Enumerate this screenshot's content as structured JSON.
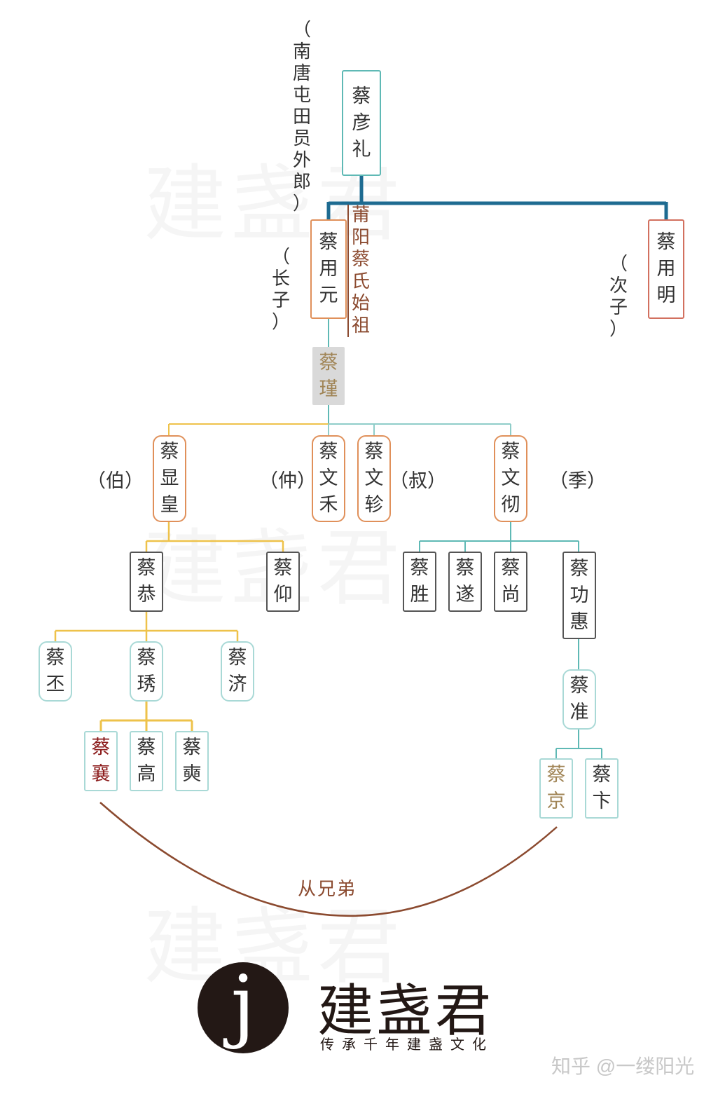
{
  "ancestor": {
    "name": [
      "蔡",
      "彦",
      "礼"
    ],
    "title": "（南唐屯田员外郎）"
  },
  "gen2": {
    "eldest": {
      "name": [
        "蔡",
        "用",
        "元"
      ],
      "role": "（长子）",
      "note": "莆阳蔡氏始祖"
    },
    "second": {
      "name": [
        "蔡",
        "用",
        "明"
      ],
      "role": "（次子）"
    }
  },
  "gen3": {
    "name": [
      "蔡",
      "瑾"
    ]
  },
  "gen4": [
    {
      "name": [
        "蔡",
        "显",
        "皇"
      ],
      "role": "（伯）"
    },
    {
      "name": [
        "蔡",
        "文",
        "禾"
      ],
      "role": "（仲）"
    },
    {
      "name": [
        "蔡",
        "文",
        "轸"
      ],
      "role": "（叔）"
    },
    {
      "name": [
        "蔡",
        "文",
        "彻"
      ],
      "role": "（季）"
    }
  ],
  "gen5": [
    {
      "name": [
        "蔡",
        "恭"
      ]
    },
    {
      "name": [
        "蔡",
        "仰"
      ]
    },
    {
      "name": [
        "蔡",
        "胜"
      ]
    },
    {
      "name": [
        "蔡",
        "遂"
      ]
    },
    {
      "name": [
        "蔡",
        "尚"
      ]
    },
    {
      "name": [
        "蔡",
        "功",
        "惠"
      ]
    }
  ],
  "gen6": [
    {
      "name": [
        "蔡",
        "丕"
      ]
    },
    {
      "name": [
        "蔡",
        "琇"
      ]
    },
    {
      "name": [
        "蔡",
        "济"
      ]
    },
    {
      "name": [
        "蔡",
        "准"
      ]
    }
  ],
  "gen7": [
    {
      "name": [
        "蔡",
        "襄"
      ]
    },
    {
      "name": [
        "蔡",
        "高"
      ]
    },
    {
      "name": [
        "蔡",
        "奭"
      ]
    },
    {
      "name": [
        "蔡",
        "京"
      ]
    },
    {
      "name": [
        "蔡",
        "卞"
      ]
    }
  ],
  "relation_label": "从兄弟",
  "brand": {
    "logo_letter": "j",
    "name": "建盏君",
    "slogan": "传承千年建盏文化",
    "watermark": "知乎 @一缕阳光"
  },
  "background_watermark": "建盏君",
  "colors": {
    "teal": "#5fb9b5",
    "blue": "#1e6b91",
    "orange": "#e0905a",
    "coral": "#d2705f",
    "yellow": "#eec24a",
    "gray_border": "#555555",
    "light_teal": "#a9d9d6",
    "highlight_red": "#8b1a1a",
    "gold_text": "#a08455",
    "brown": "#8b4a2f"
  }
}
